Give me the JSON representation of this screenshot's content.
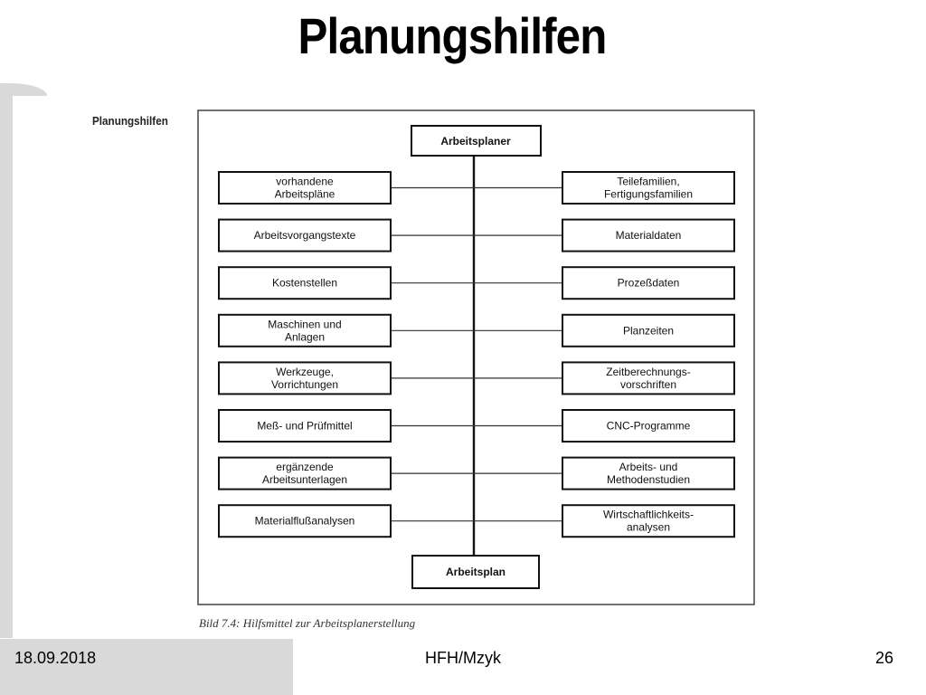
{
  "slide": {
    "title": "Planungshilfen",
    "footer": {
      "date": "18.09.2018",
      "center": "HFH/Mzyk",
      "page": "26"
    }
  },
  "figure": {
    "label": "Planungshilfen",
    "caption": "Bild 7.4: Hilfsmittel zur Arbeitsplanerstellung",
    "top_node": "Arbeitsplaner",
    "bottom_node": "Arbeitsplan",
    "left_boxes": [
      [
        "vorhandene",
        "Arbeitspläne"
      ],
      [
        "Arbeitsvorgangstexte"
      ],
      [
        "Kostenstellen"
      ],
      [
        "Maschinen und",
        "Anlagen"
      ],
      [
        "Werkzeuge,",
        "Vorrichtungen"
      ],
      [
        "Meß- und Prüfmittel"
      ],
      [
        "ergänzende",
        "Arbeitsunterlagen"
      ],
      [
        "Materialflußanalysen"
      ]
    ],
    "right_boxes": [
      [
        "Teilefamilien,",
        "Fertigungsfamilien"
      ],
      [
        "Materialdaten"
      ],
      [
        "Prozeßdaten"
      ],
      [
        "Planzeiten"
      ],
      [
        "Zeitberechnungs-",
        "vorschriften"
      ],
      [
        "CNC-Programme"
      ],
      [
        "Arbeits- und",
        "Methodenstudien"
      ],
      [
        "Wirtschaftlichkeits-",
        "analysen"
      ]
    ]
  }
}
